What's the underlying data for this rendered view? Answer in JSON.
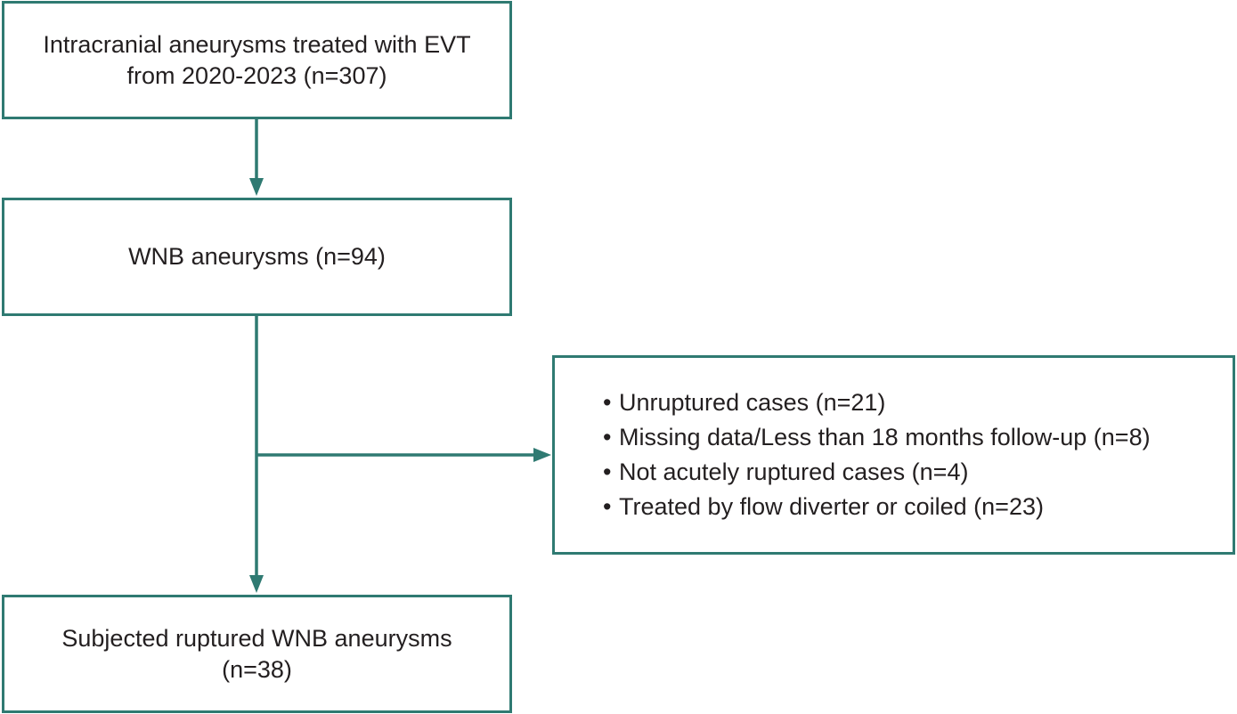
{
  "boxes": {
    "top": {
      "line1": "Intracranial aneurysms treated with EVT",
      "line2": "from 2020-2023 (n=307)"
    },
    "middle": {
      "line1": "WNB aneurysms (n=94)"
    },
    "bottom": {
      "line1": "Subjected ruptured WNB aneurysms",
      "line2": "(n=38)"
    },
    "exclusion": {
      "items": [
        "Unruptured cases (n=21)",
        "Missing data/Less than 18 months follow-up (n=8)",
        "Not acutely ruptured cases (n=4)",
        "Treated by flow diverter or coiled (n=23)"
      ]
    }
  },
  "colors": {
    "border": "#2f7a72",
    "arrow": "#2f7a72",
    "text": "#231f20"
  }
}
